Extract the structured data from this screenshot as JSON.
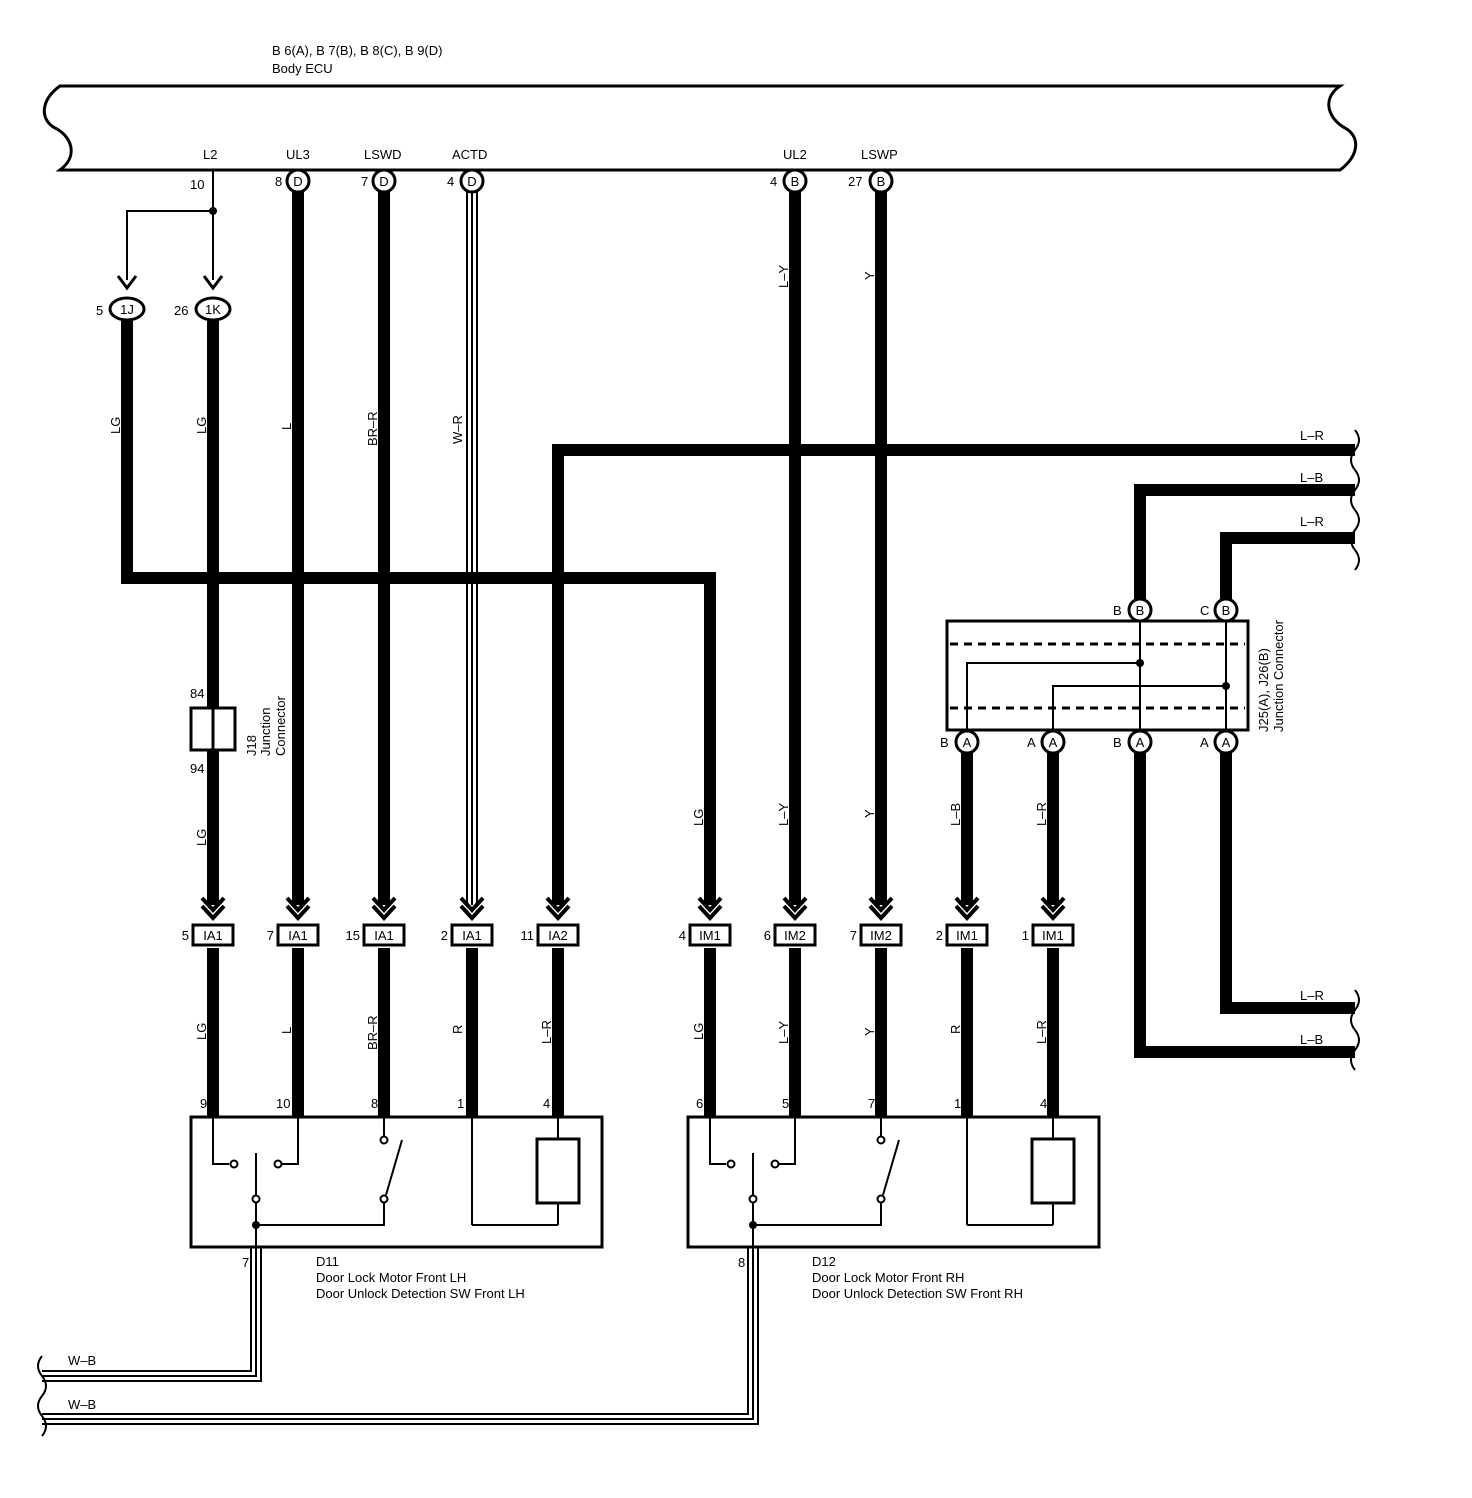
{
  "ecu": {
    "connectors": "B 6(A), B 7(B), B 8(C), B 9(D)",
    "name": "Body ECU",
    "terminals": [
      {
        "name": "L2",
        "pin": "10",
        "conn": ""
      },
      {
        "name": "UL3",
        "pin": "8",
        "conn": "D"
      },
      {
        "name": "LSWD",
        "pin": "7",
        "conn": "D"
      },
      {
        "name": "ACTD",
        "pin": "4",
        "conn": "D"
      },
      {
        "name": "UL2",
        "pin": "4",
        "conn": "B"
      },
      {
        "name": "LSWP",
        "pin": "27",
        "conn": "B"
      }
    ]
  },
  "upper_connectors": [
    {
      "pin": "5",
      "id": "1J"
    },
    {
      "pin": "26",
      "id": "1K"
    }
  ],
  "wire_colors": {
    "lg_1j": "LG",
    "lg_1k": "LG",
    "ul3": "L",
    "lswd": "BR–R",
    "actd": "W–R",
    "ul2": "L–Y",
    "lswp": "Y",
    "ul2_lower": "L–Y",
    "lswp_lower": "Y",
    "im1_4": "LG",
    "ja_b": "L–B",
    "ja_a": "L–R",
    "j18_out": "LG",
    "ia1_5": "LG",
    "ia1_7": "L",
    "ia1_15": "BR–R",
    "ia1_2": "R",
    "ia2_11": "L–R",
    "im1_4b": "LG",
    "im2_6": "L–Y",
    "im2_7": "Y",
    "im1_2": "R",
    "im1_1": "L–R"
  },
  "right_wires": {
    "r1": "L–R",
    "r2": "L–B",
    "r3": "L–R",
    "r4": "L–R",
    "r5": "L–B"
  },
  "j18": {
    "pin_top": "84",
    "pin_bottom": "94",
    "id": "J18",
    "label1": "Junction",
    "label2": "Connector"
  },
  "j25": {
    "id": "J25(A), J26(B)",
    "label": "Junction Connector",
    "top_pins": [
      {
        "pin": "B",
        "conn": "B"
      },
      {
        "pin": "C",
        "conn": "B"
      }
    ],
    "bottom_pins": [
      {
        "pin": "B",
        "conn": "A"
      },
      {
        "pin": "A",
        "conn": "A"
      },
      {
        "pin": "B",
        "conn": "A"
      },
      {
        "pin": "A",
        "conn": "A"
      }
    ]
  },
  "inline_connectors": [
    {
      "pin": "5",
      "id": "IA1"
    },
    {
      "pin": "7",
      "id": "IA1"
    },
    {
      "pin": "15",
      "id": "IA1"
    },
    {
      "pin": "2",
      "id": "IA1"
    },
    {
      "pin": "11",
      "id": "IA2"
    },
    {
      "pin": "4",
      "id": "IM1"
    },
    {
      "pin": "6",
      "id": "IM2"
    },
    {
      "pin": "7",
      "id": "IM2"
    },
    {
      "pin": "2",
      "id": "IM1"
    },
    {
      "pin": "1",
      "id": "IM1"
    }
  ],
  "d11": {
    "id": "D11",
    "line1": "Door Lock Motor Front LH",
    "line2": "Door Unlock Detection SW Front LH",
    "pins": [
      "9",
      "10",
      "8",
      "1",
      "4"
    ],
    "ground_pin": "7"
  },
  "d12": {
    "id": "D12",
    "line1": "Door Lock Motor Front RH",
    "line2": "Door Unlock Detection SW Front RH",
    "pins": [
      "6",
      "5",
      "7",
      "1",
      "4"
    ],
    "ground_pin": "8"
  },
  "ground_wires": {
    "g1": "W–B",
    "g2": "W–B"
  }
}
